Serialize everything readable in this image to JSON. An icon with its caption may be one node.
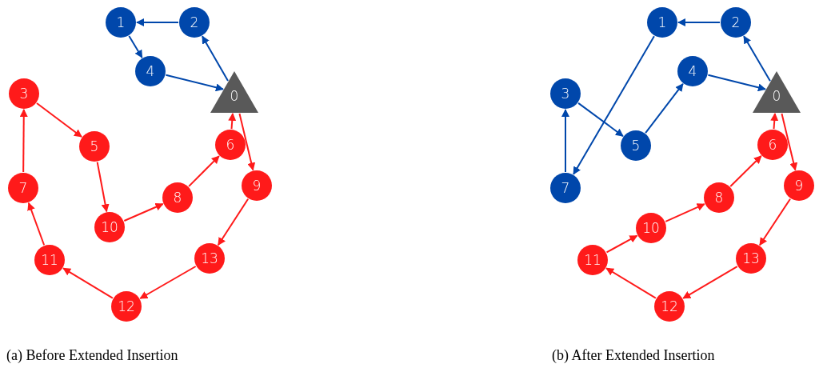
{
  "diagram": {
    "nodes": [
      {
        "text": [
          "0"
        ]
      },
      {
        "text": [
          "1"
        ]
      },
      {
        "text": [
          "2"
        ]
      },
      {
        "text": [
          "3"
        ]
      },
      {
        "text": [
          "4"
        ]
      },
      {
        "text": [
          "5"
        ]
      },
      {
        "text": [
          "6"
        ]
      },
      {
        "text": [
          "7"
        ]
      },
      {
        "text": [
          "8"
        ]
      },
      {
        "text": [
          "9"
        ]
      },
      {
        "text": [
          "10"
        ]
      },
      {
        "text": [
          "11"
        ]
      },
      {
        "text": [
          "12"
        ]
      },
      {
        "text": [
          "13"
        ]
      },
      {
        "text": [
          "0"
        ]
      },
      {
        "text": [
          "1"
        ]
      },
      {
        "text": [
          "2"
        ]
      },
      {
        "text": [
          "3"
        ]
      },
      {
        "text": [
          "4"
        ]
      },
      {
        "text": [
          "5"
        ]
      },
      {
        "text": [
          "6"
        ]
      },
      {
        "text": [
          "7"
        ]
      },
      {
        "text": [
          "8"
        ]
      },
      {
        "text": [
          "9"
        ]
      },
      {
        "text": [
          "10"
        ]
      },
      {
        "text": [
          "11"
        ]
      },
      {
        "text": [
          "12"
        ]
      },
      {
        "text": [
          "13"
        ]
      }
    ],
    "edges": [
      {
        "from": 0,
        "to": 2,
        "arrow": "to",
        "color": "#0047ab"
      },
      {
        "from": 2,
        "to": 1,
        "arrow": "to",
        "color": "#0047ab"
      },
      {
        "from": 1,
        "to": 4,
        "arrow": "to",
        "color": "#0047ab"
      },
      {
        "from": 4,
        "to": 0,
        "arrow": "to",
        "color": "#0047ab"
      },
      {
        "from": 0,
        "to": 9,
        "arrow": "to"
      },
      {
        "from": 9,
        "to": 13,
        "arrow": "to"
      },
      {
        "from": 13,
        "to": 12,
        "arrow": "to"
      },
      {
        "from": 12,
        "to": 11,
        "arrow": "to"
      },
      {
        "from": 11,
        "to": 7,
        "arrow": "to"
      },
      {
        "from": 7,
        "to": 3,
        "arrow": "to"
      },
      {
        "from": 3,
        "to": 5,
        "arrow": "to"
      },
      {
        "from": 5,
        "to": 10,
        "arrow": "to"
      },
      {
        "from": 10,
        "to": 8,
        "arrow": "to"
      },
      {
        "from": 8,
        "to": 6,
        "arrow": "to"
      },
      {
        "from": 6,
        "to": 0,
        "arrow": "to"
      },
      {
        "from": 14,
        "to": 16,
        "arrow": "to",
        "color": "#0047ab"
      },
      {
        "from": 16,
        "to": 15,
        "arrow": "to",
        "color": "#0047ab"
      },
      {
        "from": 15,
        "to": 21,
        "arrow": "to",
        "color": "#0047ab"
      },
      {
        "from": 21,
        "to": 17,
        "arrow": "to",
        "color": "#0047ab"
      },
      {
        "from": 17,
        "to": 19,
        "arrow": "to",
        "color": "#0047ab"
      },
      {
        "from": 19,
        "to": 18,
        "arrow": "to",
        "color": "#0047ab"
      },
      {
        "from": 18,
        "to": 14,
        "arrow": "to",
        "color": "#0047ab"
      },
      {
        "from": 14,
        "to": 23,
        "arrow": "to"
      },
      {
        "from": 23,
        "to": 27,
        "arrow": "to"
      },
      {
        "from": 27,
        "to": 26,
        "arrow": "to"
      },
      {
        "from": 26,
        "to": 25,
        "arrow": "to"
      },
      {
        "from": 25,
        "to": 24,
        "arrow": "to"
      },
      {
        "from": 24,
        "to": 22,
        "arrow": "to"
      },
      {
        "from": 22,
        "to": 20,
        "arrow": "to"
      },
      {
        "from": 20,
        "to": 14,
        "arrow": "to"
      }
    ],
    "labels": [
      "(a) Before Extended Insertion",
      "(b) After Extended Insertion"
    ]
  }
}
